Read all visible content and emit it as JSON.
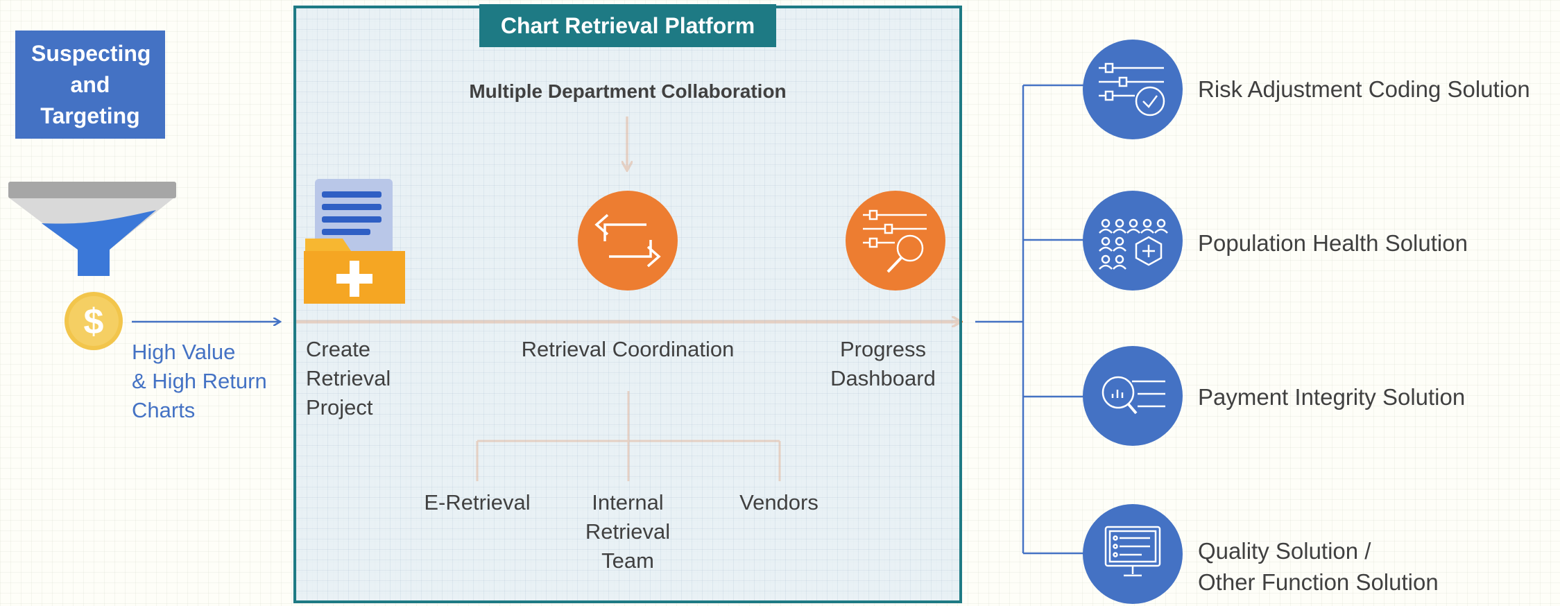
{
  "left": {
    "suspecting_label": "Suspecting and Targeting",
    "charts_label": [
      "High Value",
      "& High Return",
      "Charts"
    ]
  },
  "platform": {
    "title": "Chart Retrieval Platform",
    "collaboration_label": "Multiple Department Collaboration",
    "steps": {
      "create": [
        "Create",
        "Retrieval",
        "Project"
      ],
      "coordination": "Retrieval Coordination",
      "dashboard": [
        "Progress",
        "Dashboard"
      ]
    },
    "channels": {
      "e_retrieval": "E-Retrieval",
      "internal": [
        "Internal",
        "Retrieval",
        "Team"
      ],
      "vendors": "Vendors"
    }
  },
  "solutions": [
    {
      "label": "Risk Adjustment Coding Solution",
      "icon": "sliders-check-icon"
    },
    {
      "label": "Population Health Solution",
      "icon": "people-plus-icon"
    },
    {
      "label": "Payment Integrity Solution",
      "icon": "magnify-list-icon"
    },
    {
      "label_lines": [
        "Quality Solution /",
        "Other Function Solution"
      ],
      "icon": "monitor-list-icon"
    }
  ],
  "colors": {
    "teal": "#1e7a84",
    "blue": "#4472c4",
    "orange": "#ed7d31",
    "gold": "#ffc000",
    "text": "#404040"
  }
}
